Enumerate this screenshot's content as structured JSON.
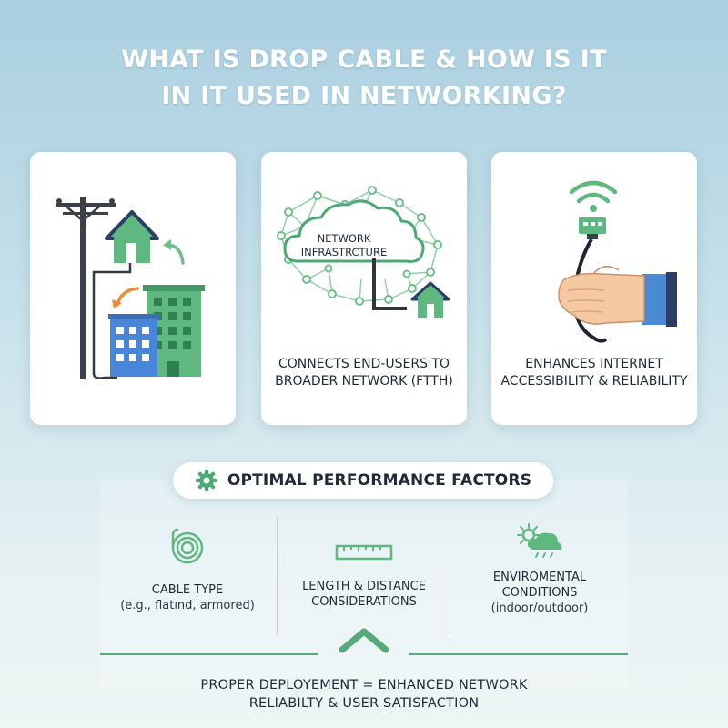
{
  "title": {
    "line1": "WHAT IS DROP CABLE & HOW IS IT",
    "line2": "IN IT USED IN NETWORKING?"
  },
  "cards": [
    {
      "icon": "drop-cable-pole-house-building-illustration"
    },
    {
      "icon": "network-cloud-house-illustration",
      "cloud_text": {
        "line1": "NETWORK",
        "line2": "INFRASTRCTURE"
      },
      "caption": {
        "line1": "CONNECTS END-USERS TO",
        "line2": "BROADER NETWORK (FTTH)"
      }
    },
    {
      "icon": "hand-holding-cable-wifi-illustration",
      "caption": {
        "line1": "ENHANCES INTERNET",
        "line2": "ACCESSIBILITY & RELIABILITY"
      }
    }
  ],
  "factors": {
    "header": {
      "icon": "gear-icon",
      "label": "OPTIMAL PERFORMANCE FACTORS"
    },
    "items": [
      {
        "icon": "cable-coil-icon",
        "line1": "CABLE TYPE",
        "line2": "(e.g., flatınd, armored)"
      },
      {
        "icon": "ruler-icon",
        "line1": "LENGTH & DISTANCE",
        "line2": "CONSIDERATIONS"
      },
      {
        "icon": "weather-icon",
        "line1": "ENVIROMENTAL",
        "line2": "CONDITIONS",
        "line3": "(indoor/outdoor)"
      }
    ]
  },
  "footer": {
    "line1": "PROPER DEPLOYEMENT = ENHANCED NETWORK",
    "line2": "RELIABILTY & USER SATISFACTION"
  },
  "colors": {
    "accent_green": "#5fb87f",
    "dark_green": "#3f9a66",
    "building_blue": "#4a86d8",
    "arrow_orange": "#f08a3c",
    "navy": "#2c3e63",
    "skin": "#f4c9a2",
    "sleeve_blue": "#4a8ad4"
  }
}
